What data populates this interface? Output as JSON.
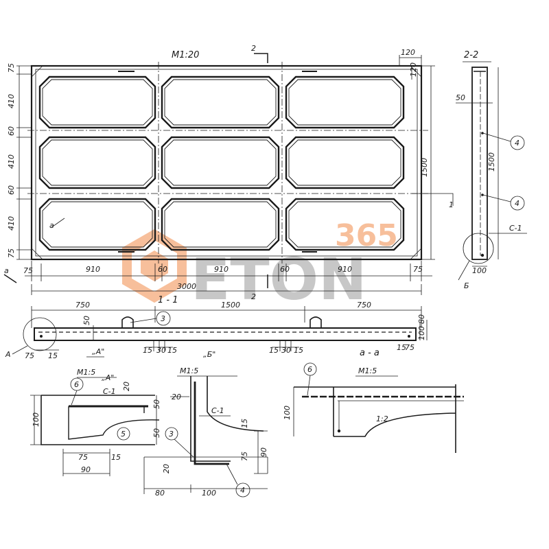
{
  "labels": {
    "scale_main": "М1:20",
    "section_22": "2-2",
    "section_11": "1 - 1",
    "detail_A": "„А\"",
    "detail_B": "„Б\"",
    "section_aa": "а - а",
    "scale_detail": "М1:5",
    "cut_mark_2": "2",
    "cut_mark_1": "1",
    "cut_mark_a": "а",
    "callout_A": "А",
    "callout_B": "Б",
    "rebar_c1": "С-1"
  },
  "panel_dims": {
    "top_120": "120",
    "corner_120": "120",
    "left_75_top": "75",
    "row_410_1": "410",
    "gap_60_1": "60",
    "row_410_2": "410",
    "gap_60_2": "60",
    "row_410_3": "410",
    "left_75_bot": "75",
    "height_1500": "1500",
    "bottom_75_left": "75",
    "cell_910_1": "910",
    "gap_60_a": "60",
    "cell_910_2": "910",
    "gap_60_b": "60",
    "cell_910_3": "910",
    "bottom_75_right": "75",
    "total_3000": "3000"
  },
  "section22_dims": {
    "d50": "50",
    "d1500": "1500",
    "d100": "100",
    "mark4_a": "4",
    "mark4_b": "4"
  },
  "section11_dims": {
    "d750_l": "750",
    "d1500": "1500",
    "d750_r": "750",
    "d50": "50",
    "d80": "80",
    "d100": "100",
    "d75_l": "75",
    "d15_l": "15",
    "d15_a": "15",
    "d30_a": "30",
    "d15_b": "15",
    "d15_c": "15",
    "d30_b": "30",
    "d15_d": "15",
    "d15_r": "15",
    "d75_r": "75",
    "mark3": "3"
  },
  "detailA_dims": {
    "d20": "20",
    "d50_a": "50",
    "d100": "100",
    "d50_b": "50",
    "d75": "75",
    "d15": "15",
    "d90": "90",
    "mark6": "6",
    "mark5": "5"
  },
  "detailB_dims": {
    "d20_a": "20",
    "d15": "15",
    "d90": "90",
    "d75": "75",
    "d20_b": "20",
    "d80": "80",
    "d100": "100",
    "mark3": "3",
    "mark4": "4"
  },
  "sectionAA_dims": {
    "d100": "100",
    "slope": "1:2",
    "mark6": "6"
  },
  "watermark": {
    "brand": "ETON",
    "number": "365",
    "color_orange": "#f28c4a",
    "color_gray": "#9a9a9a"
  },
  "colors": {
    "ink": "#1a1a1a",
    "paper": "#ffffff"
  }
}
